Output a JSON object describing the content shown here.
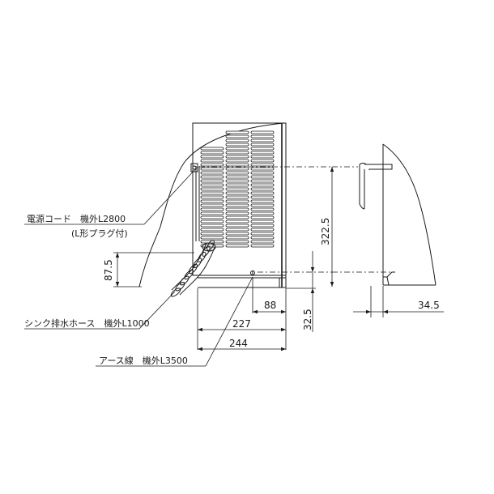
{
  "labels": {
    "power_cord": "電源コード　機外L2800",
    "power_cord_note": "(L形プラグ付)",
    "sink_hose": "シンク排水ホース　機外L1000",
    "earth_wire": "アース線　機外L3500"
  },
  "dimensions": {
    "d_87_5": "87.5",
    "d_322_5": "322.5",
    "d_88": "88",
    "d_32_5": "32.5",
    "d_227": "227",
    "d_244": "244",
    "d_34_5": "34.5"
  }
}
